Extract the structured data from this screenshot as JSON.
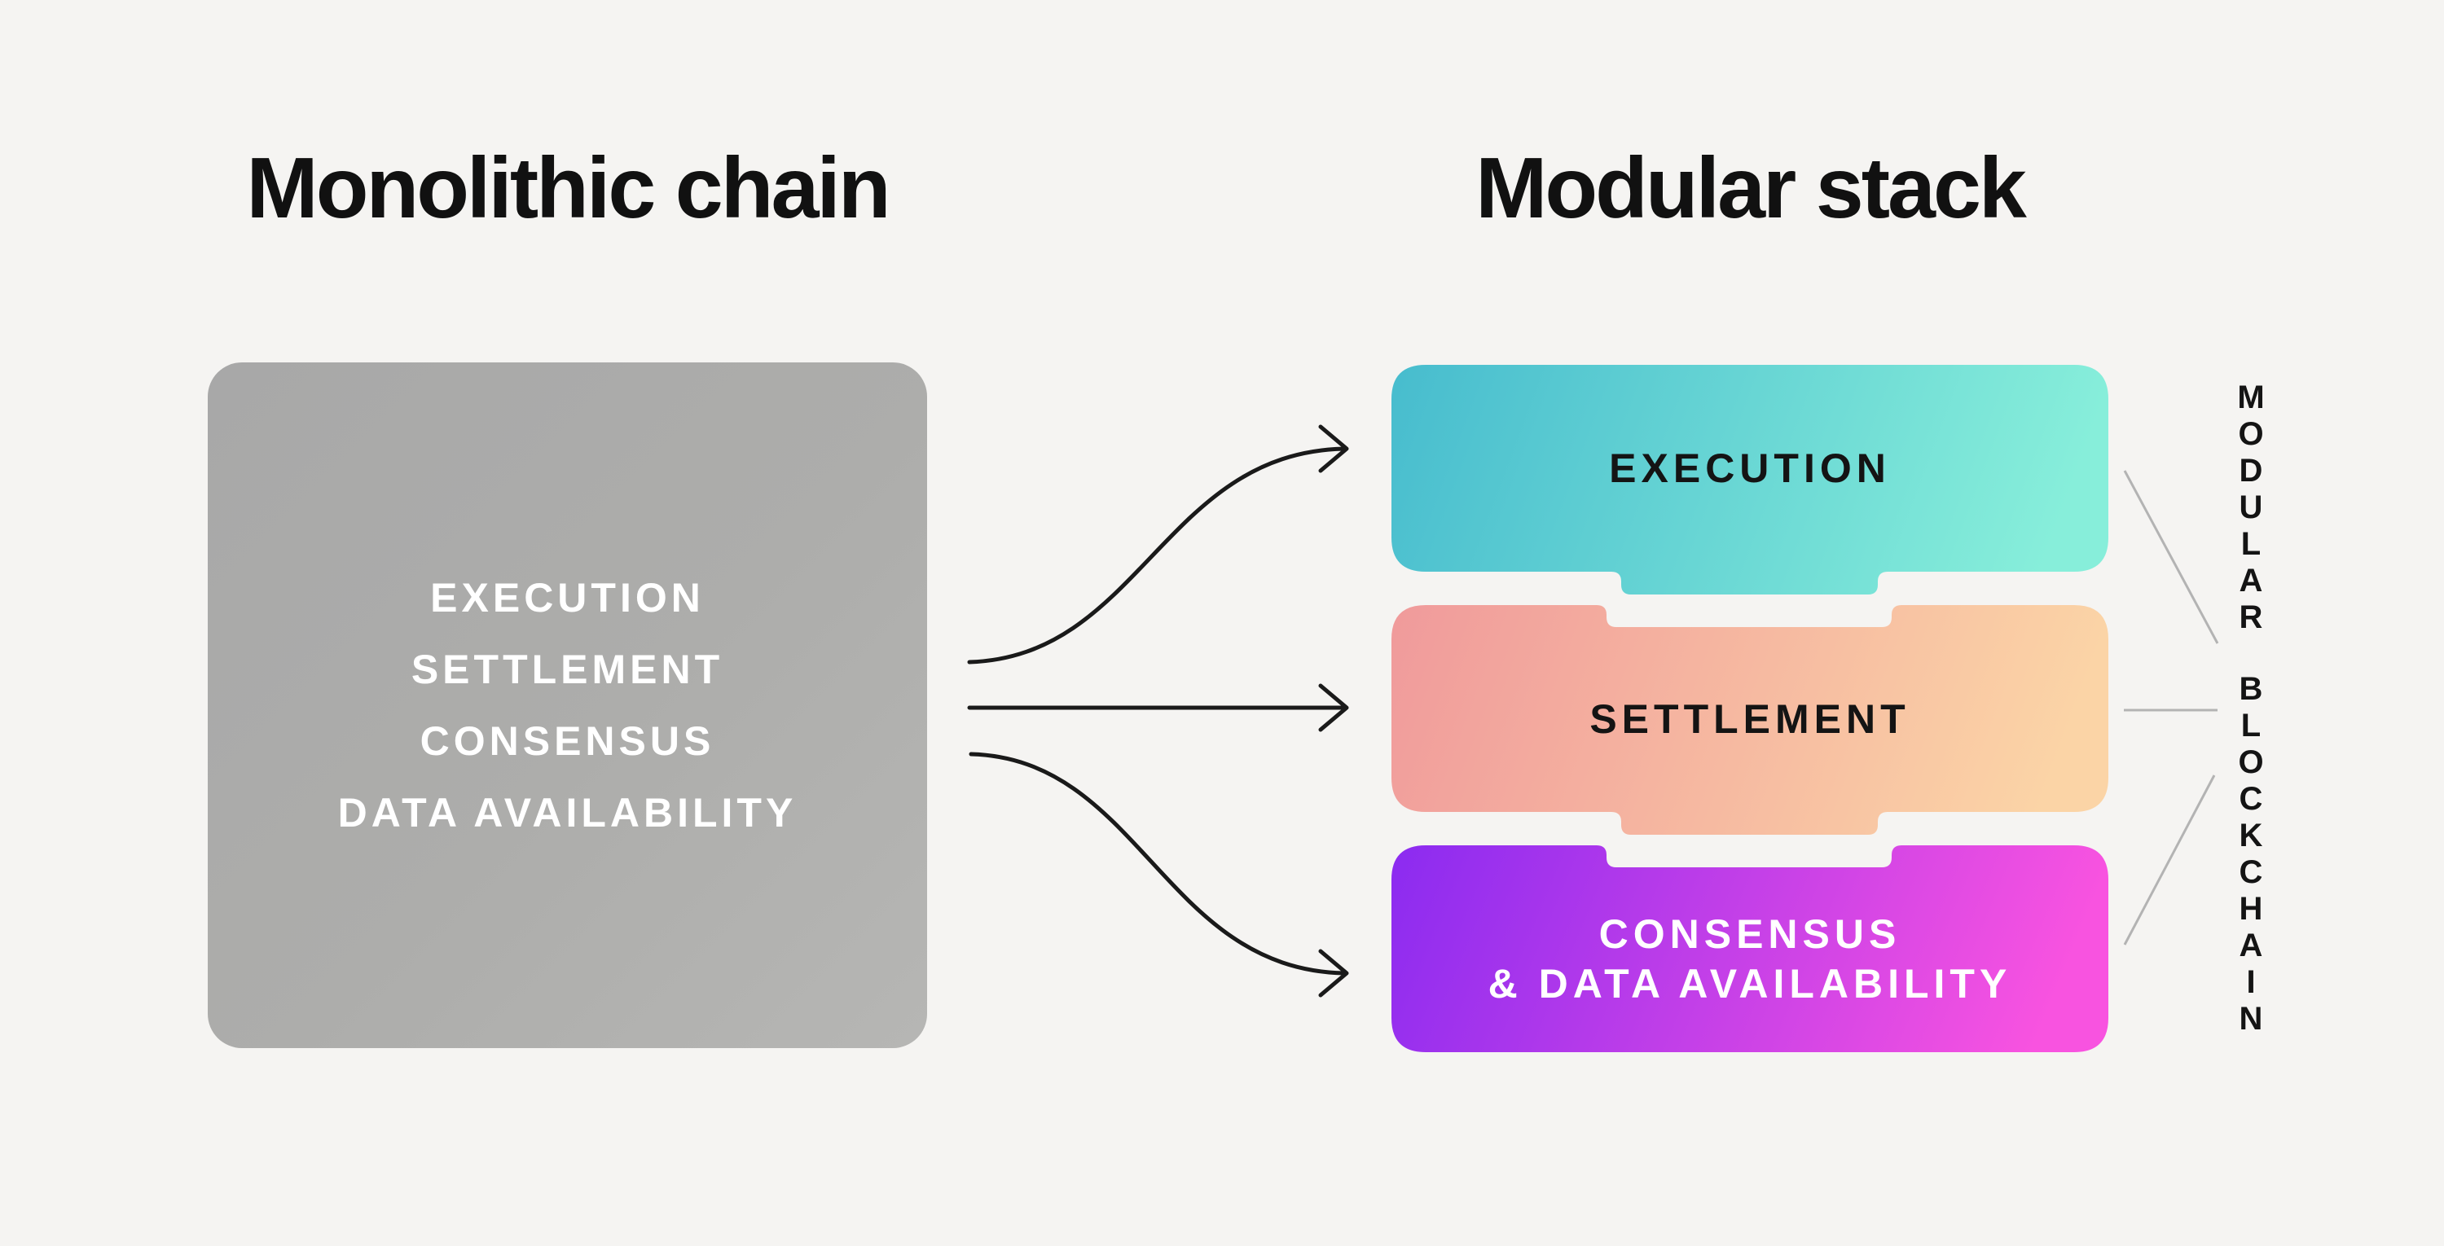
{
  "left": {
    "title": "Monolithic chain",
    "box_lines": [
      "EXECUTION",
      "SETTLEMENT",
      "CONSENSUS",
      "DATA AVAILABILITY"
    ]
  },
  "right": {
    "title": "Modular stack",
    "blocks": [
      {
        "id": "execution",
        "label_lines": [
          "EXECUTION"
        ],
        "text_color": "#141414",
        "gradient": [
          "#47bcce",
          "#87eeda"
        ]
      },
      {
        "id": "settlement",
        "label_lines": [
          "SETTLEMENT"
        ],
        "text_color": "#141414",
        "gradient": [
          "#f09a9b",
          "#fbd4a6"
        ]
      },
      {
        "id": "consensus-da",
        "label_lines": [
          "CONSENSUS",
          "& DATA AVAILABILITY"
        ],
        "text_color": "#ffffff",
        "gradient": [
          "#8b2bf0",
          "#f853e0"
        ]
      }
    ],
    "side_label": "MODULAR BLOCKCHAIN"
  },
  "colors": {
    "background": "#f5f4f2",
    "title": "#111111",
    "monolithic_box_from": "#a8a8a8",
    "monolithic_box_to": "#b6b6b4",
    "arrow": "#1a1a1a",
    "connector": "#b3b3b3"
  }
}
